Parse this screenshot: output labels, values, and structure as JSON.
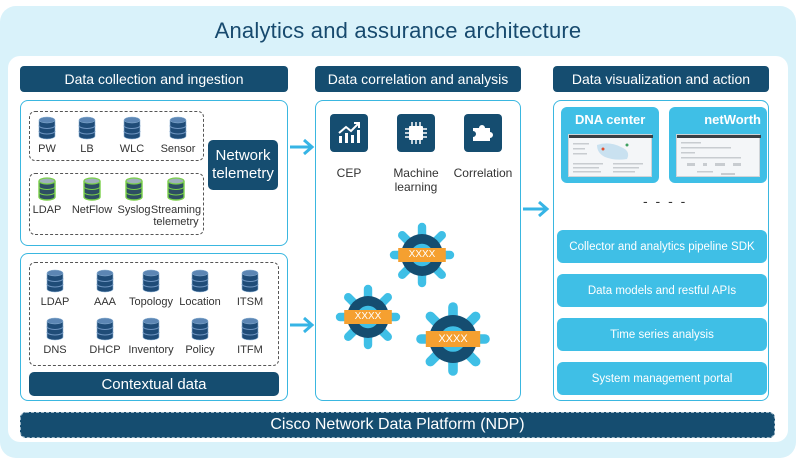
{
  "title": "Analytics and assurance architecture",
  "sections": {
    "collection": {
      "header": "Data collection and ingestion",
      "network_sources": [
        {
          "label": "PW",
          "icon": "database-icon"
        },
        {
          "label": "LB",
          "icon": "database-icon"
        },
        {
          "label": "WLC",
          "icon": "database-icon"
        },
        {
          "label": "Sensor",
          "icon": "database-icon"
        }
      ],
      "telemetry_sources": [
        {
          "label": "LDAP",
          "icon": "database-green-icon"
        },
        {
          "label": "NetFlow",
          "icon": "database-green-icon"
        },
        {
          "label": "Syslog",
          "icon": "database-green-icon"
        },
        {
          "label": "Streaming",
          "label2": "telemetry",
          "icon": "database-green-icon"
        }
      ],
      "network_telemetry": {
        "line1": "Network",
        "line2": "telemetry"
      },
      "contextual_sources": [
        {
          "label": "LDAP"
        },
        {
          "label": "AAA"
        },
        {
          "label": "Topology"
        },
        {
          "label": "Location"
        },
        {
          "label": "ITSM"
        },
        {
          "label": "DNS"
        },
        {
          "label": "DHCP"
        },
        {
          "label": "Inventory"
        },
        {
          "label": "Policy"
        },
        {
          "label": "ITFM"
        }
      ],
      "contextual_label": "Contextual data"
    },
    "analysis": {
      "header": "Data correlation and analysis",
      "items": [
        {
          "label": "CEP",
          "icon": "chart-trend-icon"
        },
        {
          "label": "Machine",
          "label2": "learning",
          "icon": "chip-icon"
        },
        {
          "label": "Correlation",
          "icon": "puzzle-icon"
        }
      ],
      "gears": [
        {
          "label": "XXXX"
        },
        {
          "label": "XXXX"
        },
        {
          "label": "XXXX"
        }
      ]
    },
    "visualization": {
      "header": "Data visualization and action",
      "apps": [
        {
          "label": "DNA center"
        },
        {
          "label": "netWorth"
        }
      ],
      "ellipsis": "- - - -",
      "features": [
        "Collector and analytics pipeline SDK",
        "Data models and restful APIs",
        "Time series analysis",
        "System management portal"
      ]
    }
  },
  "platform": "Cisco Network Data Platform (NDP)",
  "colors": {
    "navy": "#154d70",
    "cyan": "#3fbfe6",
    "light_bg": "#d9f2fa",
    "orange": "#f5a030",
    "arrow": "#36b4e5"
  }
}
